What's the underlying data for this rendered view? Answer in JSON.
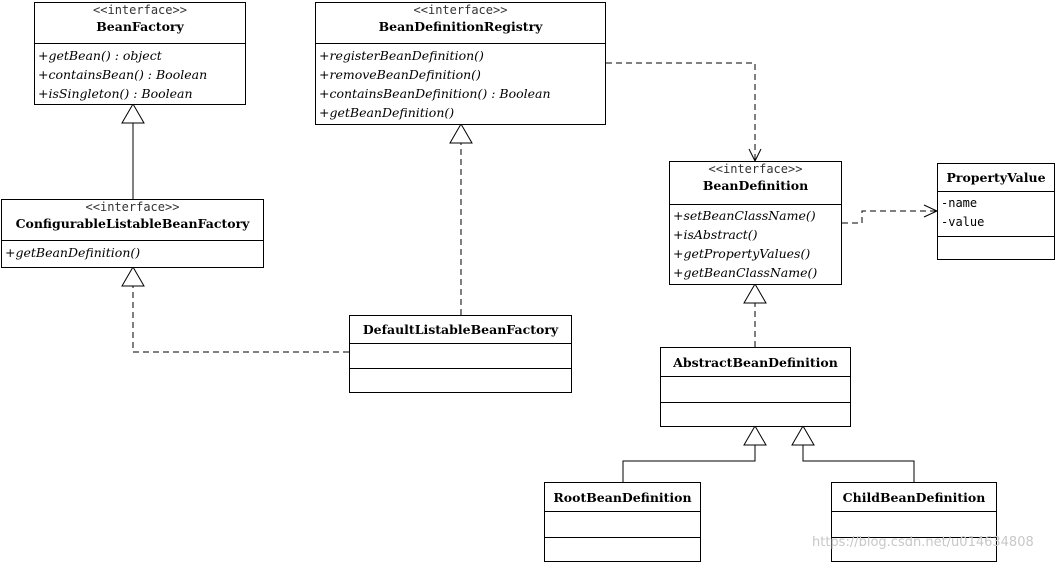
{
  "stereotype": "<<interface>>",
  "classes": {
    "bean_factory": {
      "name": "BeanFactory",
      "methods": [
        "+getBean() : object",
        "+containsBean() : Boolean",
        "+isSingleton() : Boolean"
      ]
    },
    "bean_definition_registry": {
      "name": "BeanDefinitionRegistry",
      "methods": [
        "+registerBeanDefinition()",
        "+removeBeanDefinition()",
        "+containsBeanDefinition() : Boolean",
        "+getBeanDefinition()"
      ]
    },
    "configurable_listable_bean_factory": {
      "name": "ConfigurableListableBeanFactory",
      "methods": [
        "+getBeanDefinition()"
      ]
    },
    "bean_definition": {
      "name": "BeanDefinition",
      "methods": [
        "+setBeanClassName()",
        "+isAbstract()",
        "+getPropertyValues()",
        "+getBeanClassName()"
      ]
    },
    "property_value": {
      "name": "PropertyValue",
      "attributes": [
        "-name",
        "-value"
      ]
    },
    "default_listable_bean_factory": {
      "name": "DefaultListableBeanFactory"
    },
    "abstract_bean_definition": {
      "name": "AbstractBeanDefinition"
    },
    "root_bean_definition": {
      "name": "RootBeanDefinition"
    },
    "child_bean_definition": {
      "name": "ChildBeanDefinition"
    }
  },
  "watermark": "https://blog.csdn.net/u014634808"
}
